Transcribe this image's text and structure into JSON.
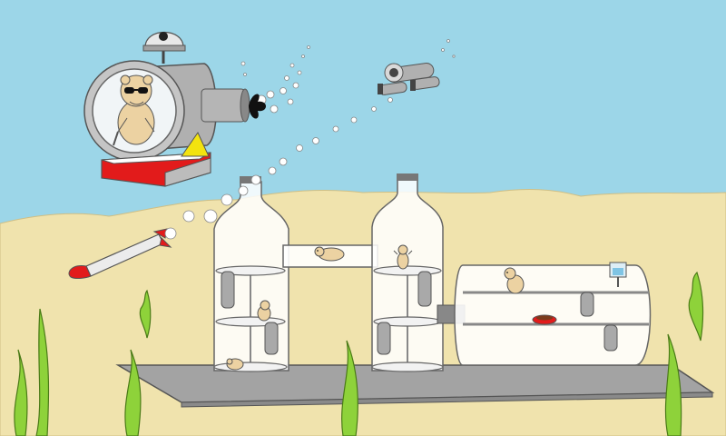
{
  "scene": {
    "water_color": "#9cd6e8",
    "sand_color": "#f0e3ad",
    "sand_shadow": "#e5d49a",
    "platform_color": "#a3a3a3",
    "plant_color": "#8ed23a",
    "submarine_body": "#b0b0b0",
    "submarine_base": "#e21b1b",
    "torpedo_tip": "#e21b1b",
    "hamster_color": "#ecd2a2",
    "food_bowl": "#e21b1b"
  },
  "elements": {
    "submarine": "submarine-with-hamster-pilot",
    "drone": "small-drone-submarine",
    "torpedo": "torpedo",
    "habitat_left": "bottle-habitat-left",
    "habitat_middle": "bottle-habitat-middle",
    "habitat_right": "bottle-habitat-right",
    "platform": "habitat-platform",
    "bubbles": "bubble-trail"
  }
}
